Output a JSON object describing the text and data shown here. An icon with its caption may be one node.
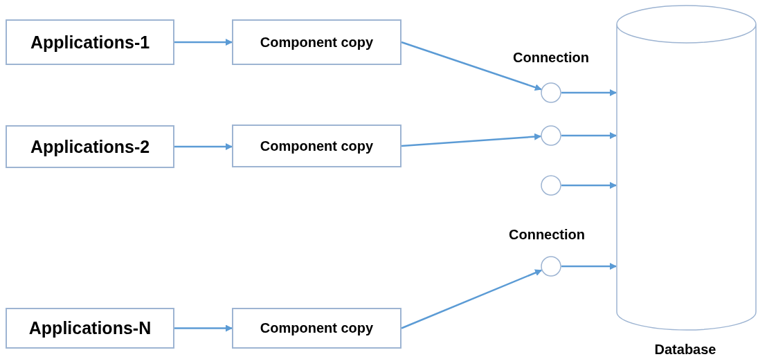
{
  "diagram": {
    "nodes": [
      {
        "text": [
          "Applications-1"
        ]
      },
      {
        "text": [
          "Component copy"
        ]
      },
      {
        "text": [
          "Applications-2"
        ]
      },
      {
        "text": [
          "Component copy"
        ]
      },
      {
        "text": [
          "Applications-N"
        ]
      },
      {
        "text": [
          "Component copy"
        ]
      },
      {
        "text": [],
        "shape": "circle",
        "beside": [
          "Connection"
        ]
      },
      {
        "text": [],
        "shape": "circle"
      },
      {
        "text": [],
        "shape": "circle"
      },
      {
        "text": [],
        "shape": "circle",
        "beside": [
          "Connection"
        ]
      },
      {
        "text": [],
        "shape": "cylinder",
        "beside": [
          "Database"
        ]
      }
    ],
    "edges": [
      {
        "from": 0,
        "to": 1,
        "arrow": "to"
      },
      {
        "from": 1,
        "to": 6,
        "arrow": "to"
      },
      {
        "from": 2,
        "to": 3,
        "arrow": "to"
      },
      {
        "from": 3,
        "to": 7,
        "arrow": "to"
      },
      {
        "from": 4,
        "to": 5,
        "arrow": "to"
      },
      {
        "from": 5,
        "to": 9,
        "arrow": "to"
      },
      {
        "from": 6,
        "to": 10,
        "arrow": "to"
      },
      {
        "from": 7,
        "to": 10,
        "arrow": "to"
      },
      {
        "from": 8,
        "to": 10,
        "arrow": "to"
      },
      {
        "from": 9,
        "to": 10,
        "arrow": "to"
      }
    ]
  }
}
